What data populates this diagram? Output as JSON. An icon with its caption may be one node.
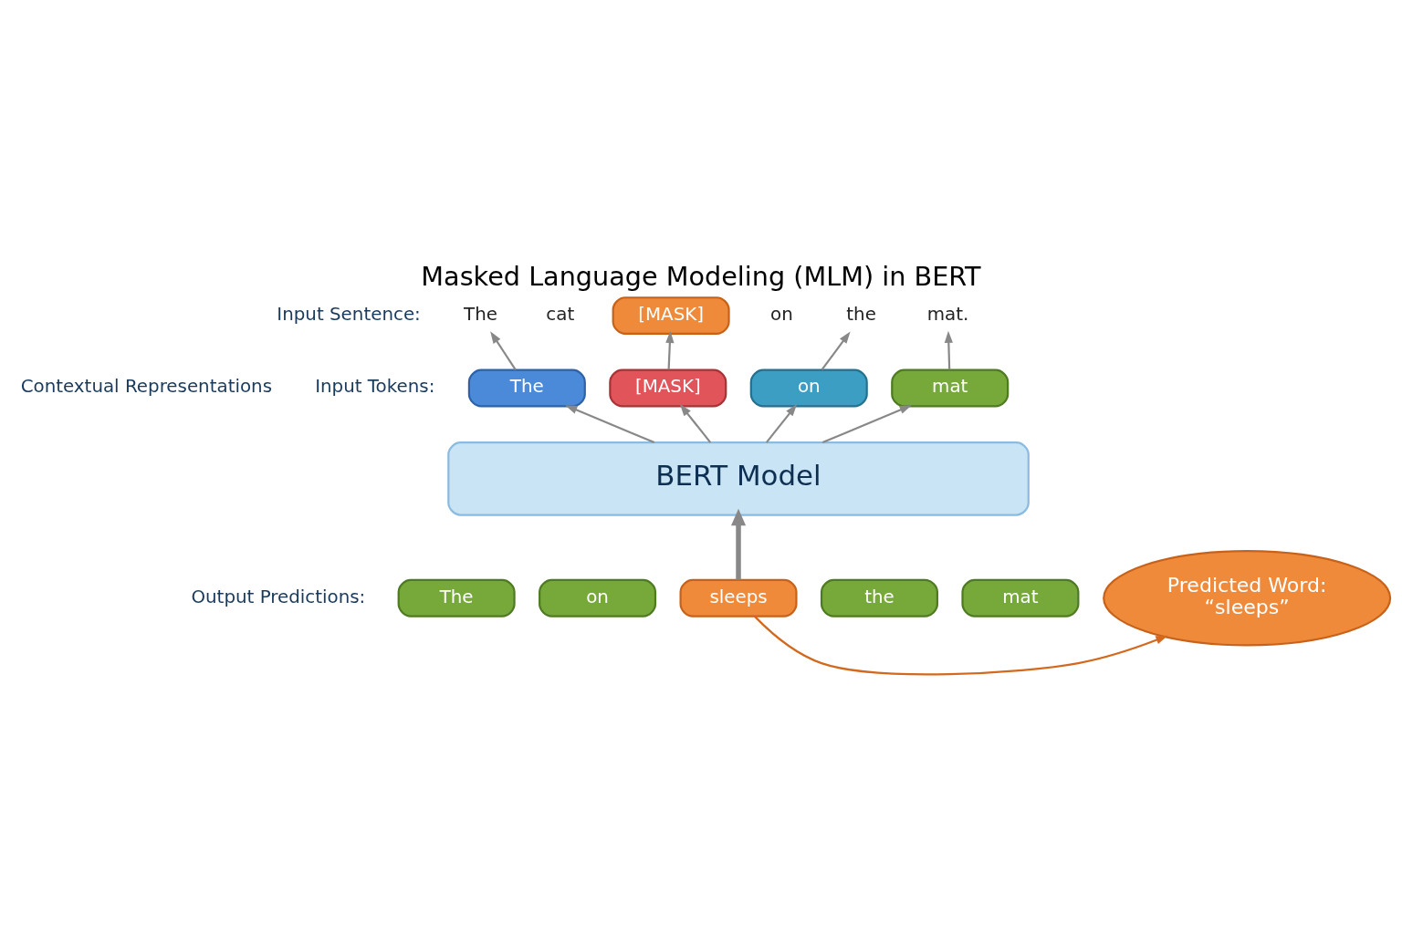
{
  "diagram": {
    "title": "Masked Language Modeling (MLM) in BERT",
    "nodes": [
      {
        "text": [
          "The"
        ]
      },
      {
        "text": [
          "cat"
        ]
      },
      {
        "text": [
          "[MASK]"
        ]
      },
      {
        "text": [
          "on"
        ]
      },
      {
        "text": [
          "the"
        ]
      },
      {
        "text": [
          "mat."
        ]
      },
      {
        "text": [
          "The"
        ]
      },
      {
        "text": [
          "[MASK]"
        ]
      },
      {
        "text": [
          "on"
        ]
      },
      {
        "text": [
          "mat"
        ]
      },
      {
        "text": [
          "BERT Model"
        ]
      },
      {
        "text": [
          "Predicted Word:",
          "“sleeps”"
        ]
      },
      {
        "text": [
          "The"
        ]
      },
      {
        "text": [
          "on"
        ]
      },
      {
        "text": [
          "sleeps"
        ]
      },
      {
        "text": [
          "the"
        ]
      },
      {
        "text": [
          "mat"
        ]
      }
    ],
    "edges": [
      {
        "from": 6,
        "to": 0,
        "arrow": "to"
      },
      {
        "from": 7,
        "to": 2,
        "arrow": "to"
      },
      {
        "from": 8,
        "to": 4,
        "arrow": "to"
      },
      {
        "from": 9,
        "to": 5,
        "arrow": "to"
      },
      {
        "from": 10,
        "to": 6,
        "arrow": "to"
      },
      {
        "from": 10,
        "to": 7,
        "arrow": "to"
      },
      {
        "from": 10,
        "to": 8,
        "arrow": "to"
      },
      {
        "from": 10,
        "to": 9,
        "arrow": "to"
      },
      {
        "from": 14,
        "to": 10,
        "arrow": "to",
        "style": "thick"
      },
      {
        "from": 14,
        "to": 11,
        "arrow": "to",
        "color": "#d2691e"
      }
    ],
    "labels": [
      "Input Sentence:",
      "Input Tokens:",
      "Contextual Representations",
      "Output Predictions:"
    ]
  }
}
